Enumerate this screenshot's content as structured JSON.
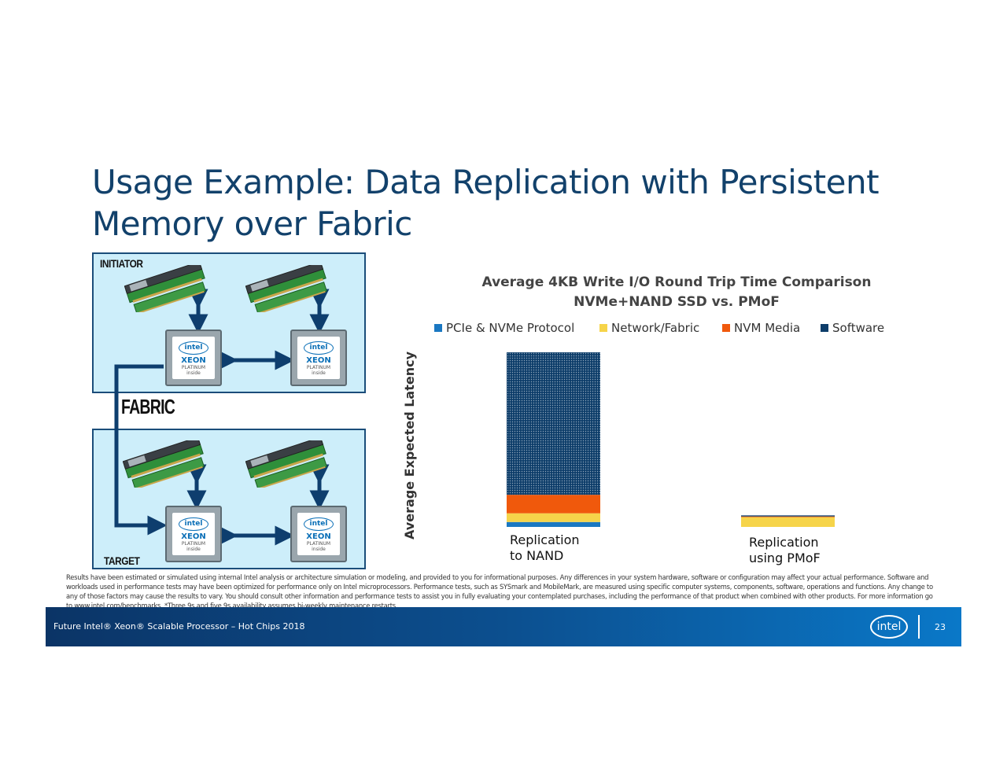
{
  "slide": {
    "title_line1": "Usage Example: Data Replication with Persistent",
    "title_line2": "Memory over Fabric"
  },
  "diagram": {
    "initiator_label": "INITIATOR",
    "fabric_label": "FABRIC",
    "target_label": "TARGET",
    "chip": {
      "logo": "intel",
      "brand": "XEON",
      "tier": "PLATINUM",
      "inside": "inside"
    },
    "colors": {
      "board_fill": "#cdeefa",
      "arrow": "#0e3e6e"
    }
  },
  "chart_data": {
    "type": "bar",
    "stacked": true,
    "title": "Average 4KB Write I/O Round Trip Time Comparison",
    "subtitle": "NVMe+NAND SSD vs. PMoF",
    "ylabel": "Average Expected Latency",
    "xlabel": "",
    "y_axis_shown": false,
    "grid": false,
    "legend_position": "top",
    "ylim": [
      0,
      100
    ],
    "categories": [
      "Replication to NAND",
      "Replication using PMoF"
    ],
    "category_lines": [
      [
        "Replication",
        "to NAND"
      ],
      [
        "Replication",
        "using PMoF"
      ]
    ],
    "series": [
      {
        "name": "PCIe & NVMe Protocol",
        "color": "#1a78c2",
        "values": [
          2.8,
          0
        ]
      },
      {
        "name": "Network/Fabric",
        "color": "#f6d44a",
        "values": [
          5.0,
          5.6
        ]
      },
      {
        "name": "NVM Media",
        "color": "#f0590c",
        "values": [
          10.6,
          0.4
        ]
      },
      {
        "name": "Software",
        "color": "#0d3d6a",
        "values": [
          81.6,
          0.6
        ]
      }
    ]
  },
  "disclaimer": "Results have been estimated or simulated using internal Intel analysis or architecture simulation or modeling, and provided to you for informational purposes. Any differences in your system hardware, software or configuration may affect your actual performance.  Software and workloads used in performance tests may have been optimized for performance only on Intel microprocessors. Performance tests, such as SYSmark and MobileMark, are measured using specific computer systems, components, software, operations and functions. Any change to any of those factors may cause the results to vary. You should consult other information and performance tests to assist you in fully evaluating your contemplated purchases, including the performance of that product when combined with other products. For more information go to www.intel.com/benchmarks.  *Three 9s and five 9s availability assumes bi-weekly maintenance restarts.",
  "footer": {
    "text": "Future Intel® Xeon® Scalable Processor – Hot Chips 2018",
    "logo": "intel",
    "page_number": "23"
  }
}
